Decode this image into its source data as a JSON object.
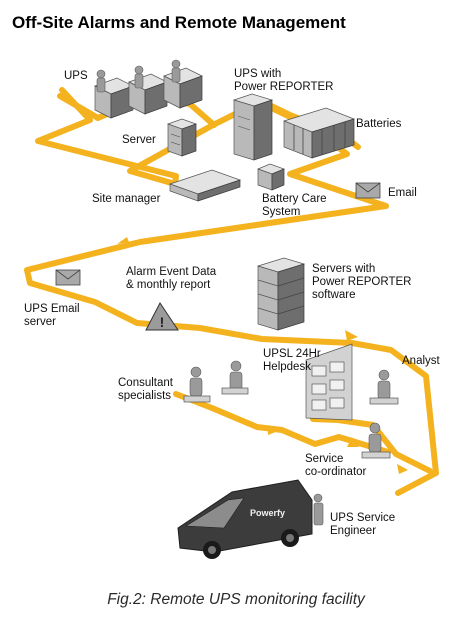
{
  "title": "Off-Site Alarms and Remote Management",
  "caption": "Fig.2: Remote UPS monitoring facility",
  "labels": {
    "ups": "UPS",
    "ups_with_line1": "UPS with",
    "ups_with_line2": "Power REPORTER",
    "batteries": "Batteries",
    "server": "Server",
    "site_manager": "Site manager",
    "battery_care_line1": "Battery Care",
    "battery_care_line2": "System",
    "email": "Email",
    "alarm_line1": "Alarm Event Data",
    "alarm_line2": "& monthly report",
    "servers_line1": "Servers with",
    "servers_line2": "Power REPORTER",
    "servers_line3": "software",
    "ups_email_line1": "UPS Email",
    "ups_email_line2": "server",
    "upsl_line1": "UPSL 24Hr",
    "upsl_line2": "Helpdesk",
    "analyst": "Analyst",
    "consultant_line1": "Consultant",
    "consultant_line2": "specialists",
    "service_line1": "Service",
    "service_line2": "co-ordinator",
    "engineer_line1": "UPS Service",
    "engineer_line2": "Engineer",
    "van_brand": "Powerfy",
    "alarm_symbol": "!"
  },
  "colors": {
    "flow_line": "#f4b21f",
    "equipment_gray": "#9a9a9a",
    "text": "#111111"
  },
  "icons": [
    "ups-cabinet-icon",
    "server-rack-icon",
    "battery-bank-icon",
    "email-envelope-icon",
    "warning-triangle-icon",
    "person-at-desk-icon",
    "helpdesk-wall-display-icon",
    "service-van-icon"
  ]
}
